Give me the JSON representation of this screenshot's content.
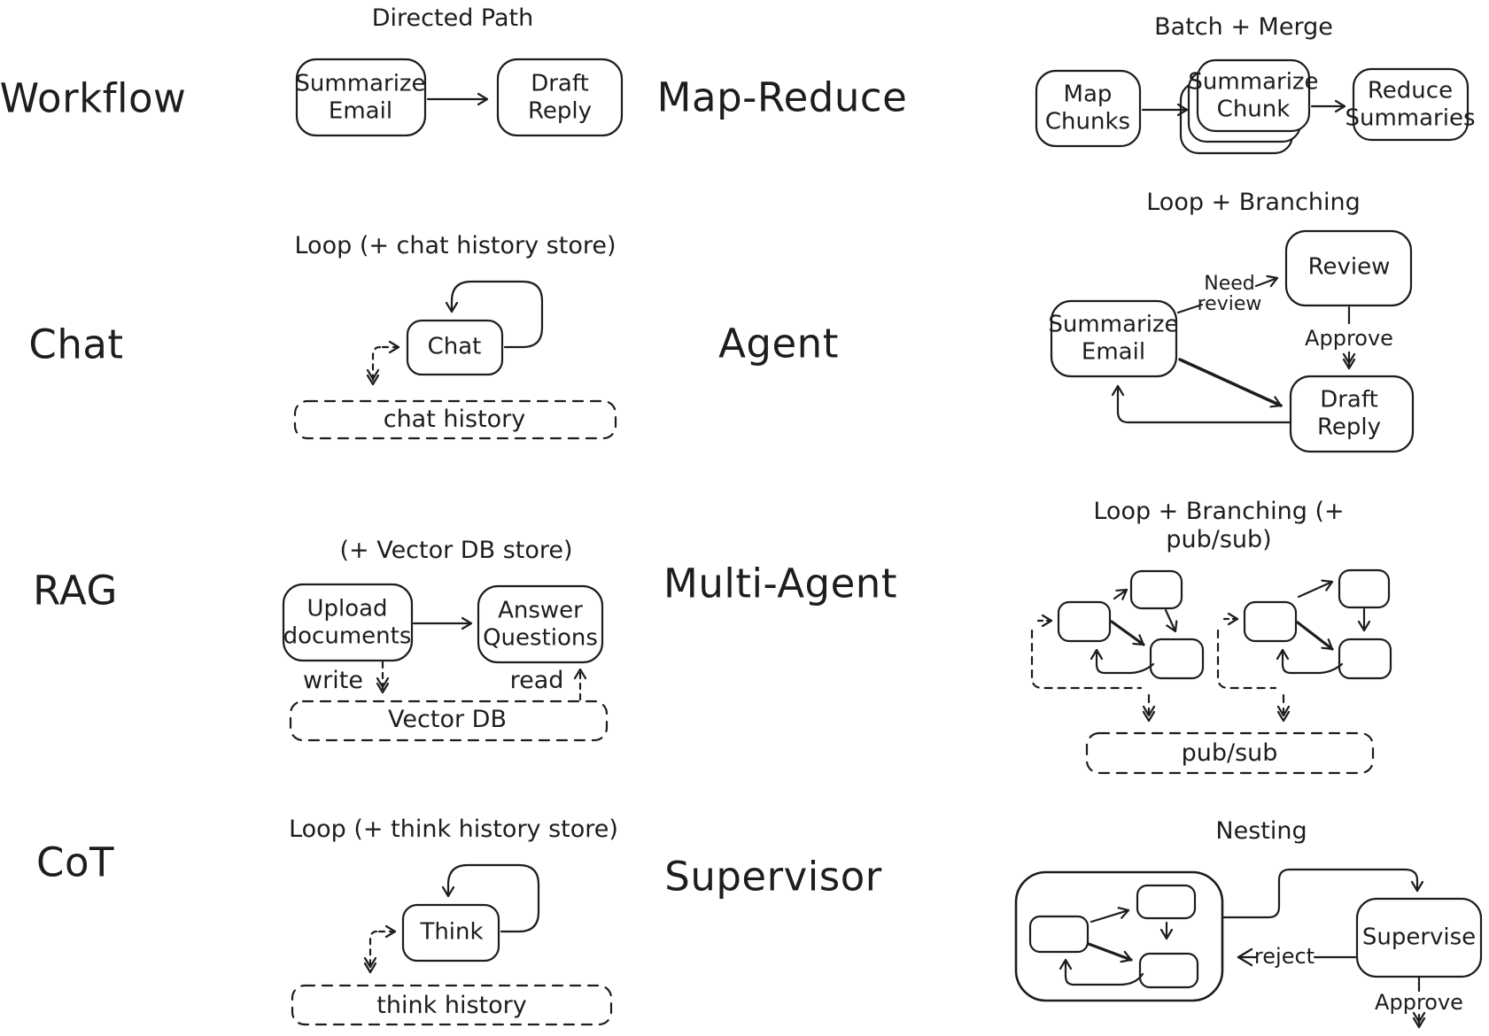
{
  "ink_color": "#1d1d20",
  "background_color": "#ffffff",
  "sections": {
    "workflow": {
      "label": "Workflow",
      "title": "Directed Path",
      "node_summarize_email": "Summarize\nEmail",
      "node_draft_reply": "Draft\nReply"
    },
    "map_reduce": {
      "label": "Map-Reduce",
      "title": "Batch + Merge",
      "node_map_chunks": "Map\nChunks",
      "node_summarize_chunk": "Summarize\nChunk",
      "node_reduce_summaries": "Reduce\nSummaries"
    },
    "chat": {
      "label": "Chat",
      "title": "Loop (+ chat history store)",
      "node_chat": "Chat",
      "store_chat_history": "chat history"
    },
    "agent": {
      "label": "Agent",
      "title": "Loop + Branching",
      "node_review": "Review",
      "node_summarize_email": "Summarize\nEmail",
      "node_draft_reply": "Draft\nReply",
      "edge_need_review": "Need\nreview",
      "edge_approve": "Approve"
    },
    "rag": {
      "label": "RAG",
      "title": "(+ Vector DB store)",
      "node_upload_documents": "Upload\ndocuments",
      "node_answer_questions": "Answer\nQuestions",
      "edge_write": "write",
      "edge_read": "read",
      "store_vector_db": "Vector DB"
    },
    "multi_agent": {
      "label": "Multi-Agent",
      "title": "Loop + Branching (+ pub/sub)",
      "store_pub_sub": "pub/sub"
    },
    "cot": {
      "label": "CoT",
      "title": "Loop (+ think history store)",
      "node_think": "Think",
      "store_think_history": "think history"
    },
    "supervisor": {
      "label": "Supervisor",
      "title": "Nesting",
      "node_supervise": "Supervise",
      "edge_reject": "reject",
      "edge_approve": "Approve"
    }
  }
}
